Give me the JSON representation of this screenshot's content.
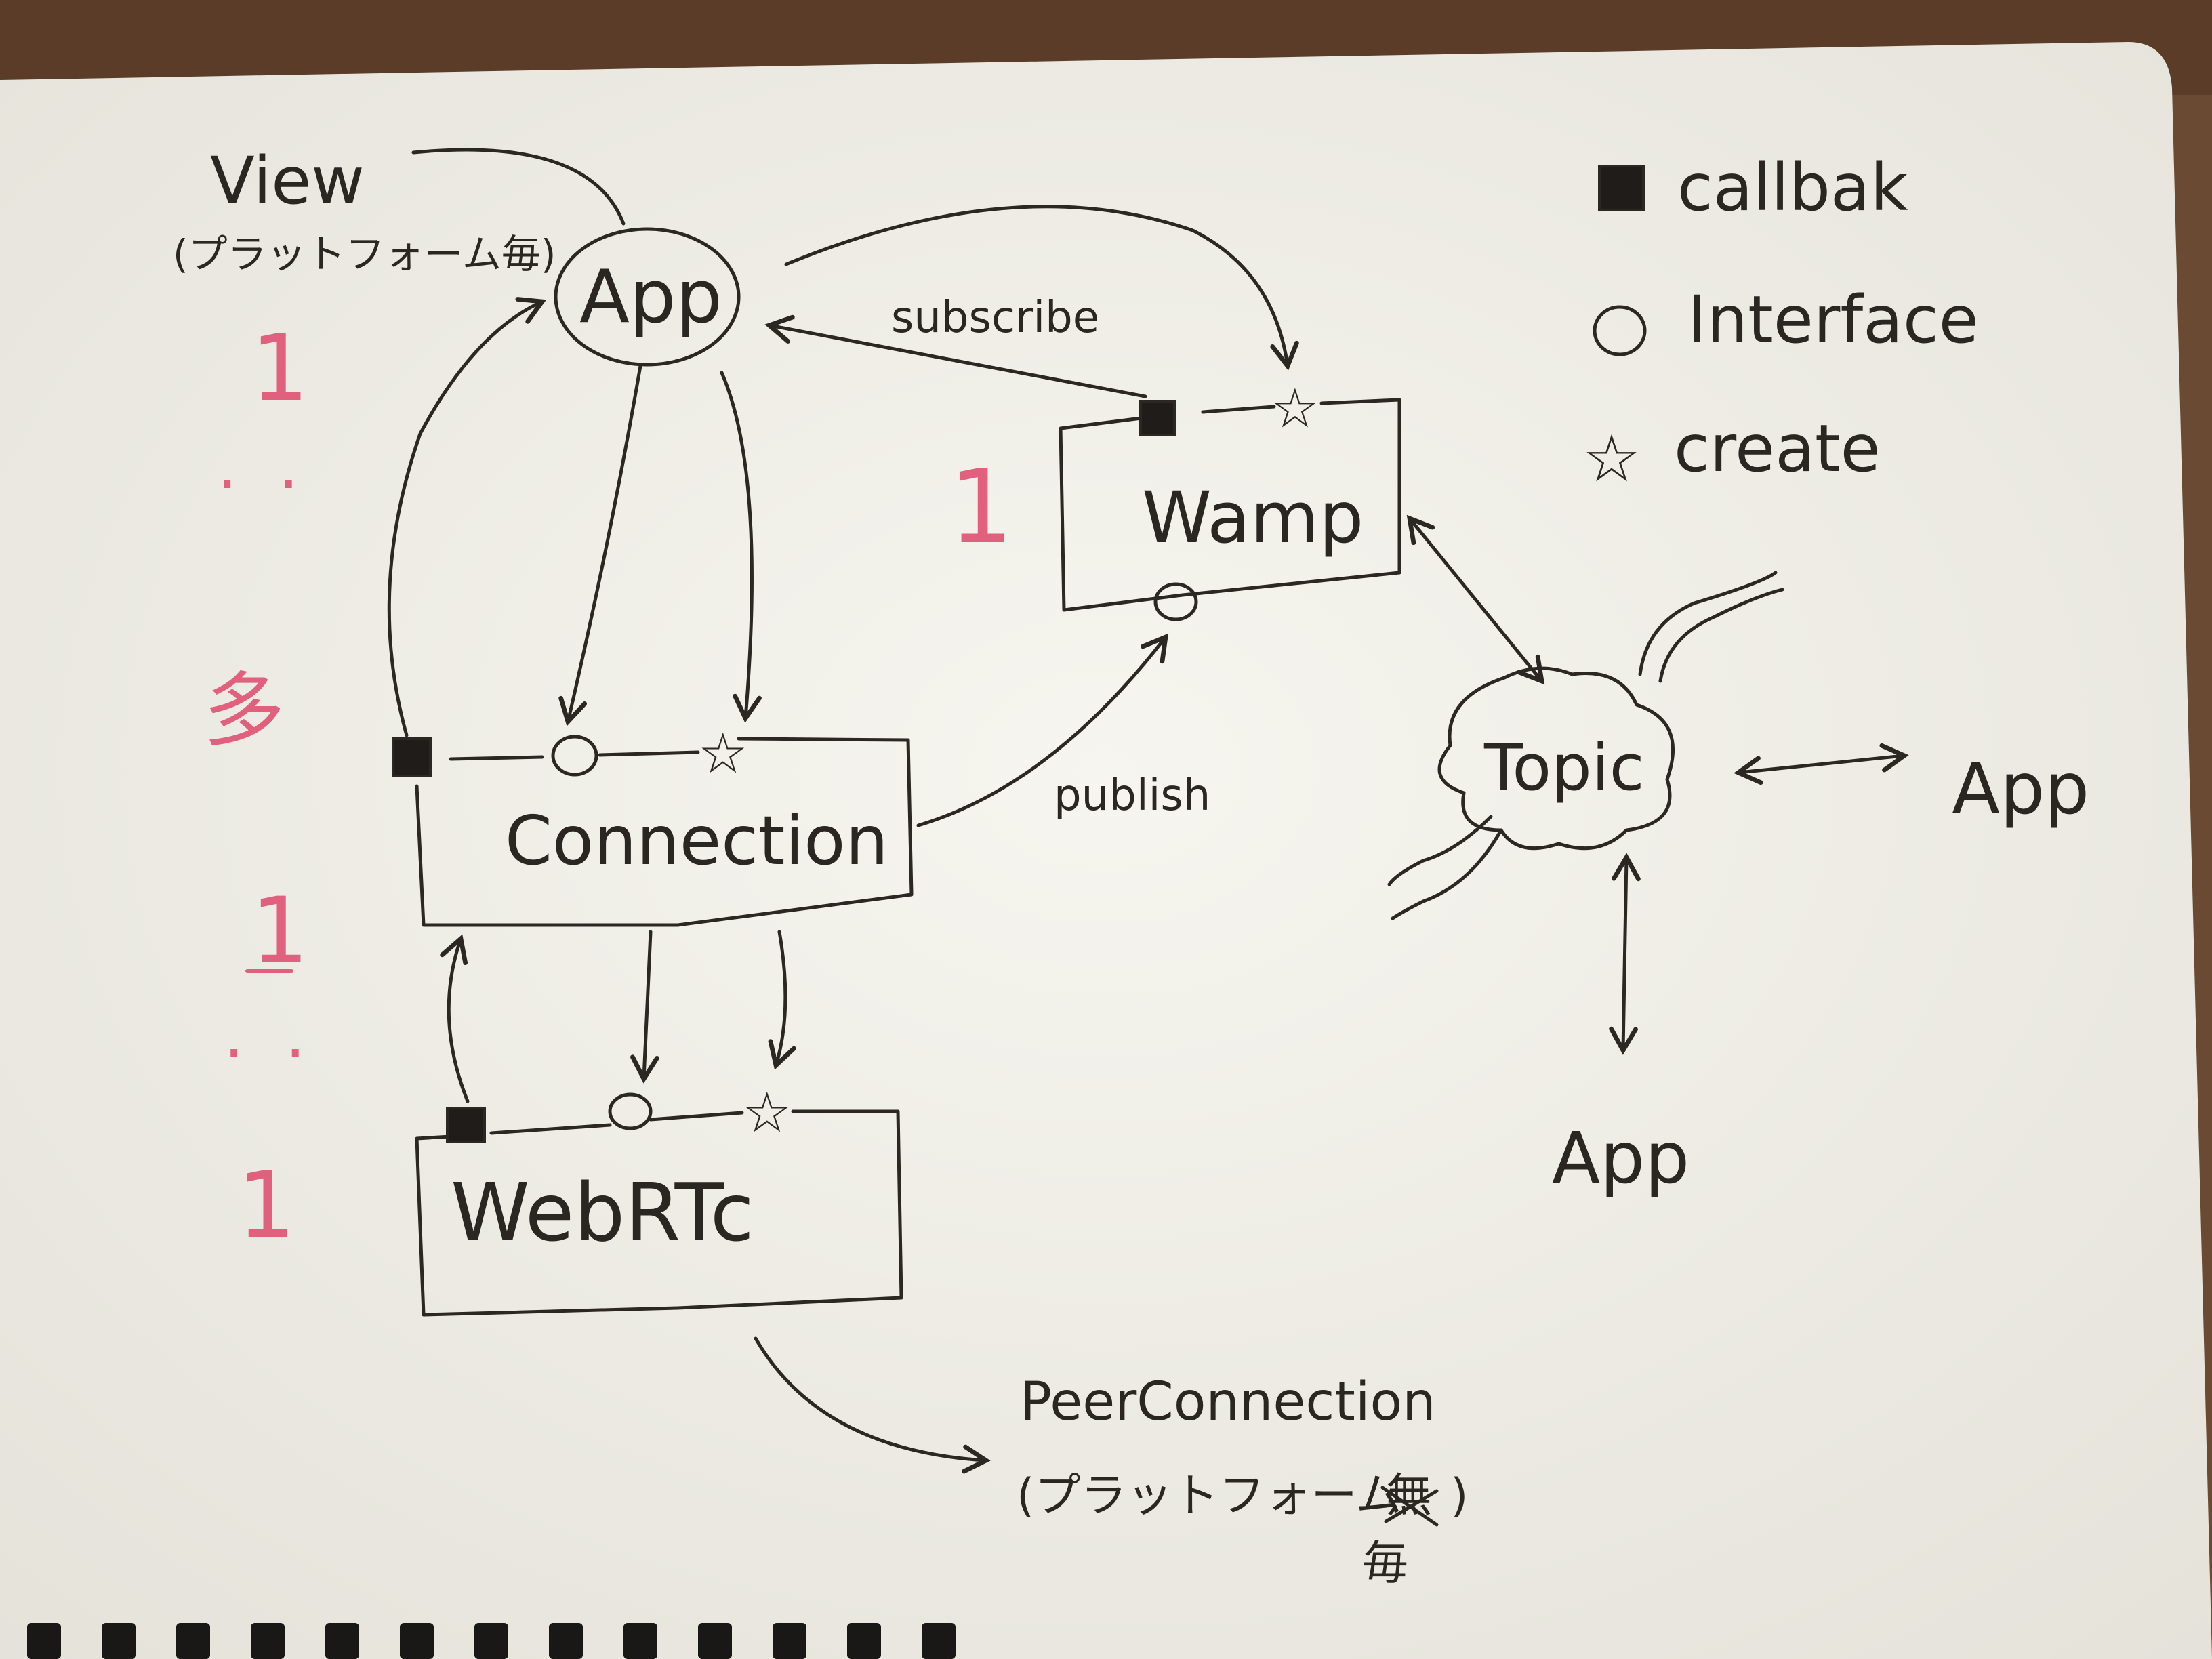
{
  "nodes": {
    "app_main": "App",
    "wamp": "Wamp",
    "connection": "Connection",
    "webrtc": "WebRTc",
    "topic": "Topic",
    "app_right": "App",
    "app_bottom": "App"
  },
  "labels": {
    "view": "View",
    "view_note": "(プラットフォーム毎)",
    "subscribe": "subscribe",
    "publish": "publish",
    "peer_connection": "PeerConnection",
    "peer_note": "(プラットフォーム",
    "peer_note_struck": "無",
    "peer_note_close": ")",
    "peer_note_fix": "毎"
  },
  "legend": [
    {
      "symbol": "callback",
      "label": "callbak"
    },
    {
      "symbol": "interface",
      "label": "Interface"
    },
    {
      "symbol": "create",
      "label": "create"
    }
  ],
  "multiplicity": {
    "app_top": "1",
    "app_dots": "..",
    "many": "多",
    "conn_one": "1",
    "webrtc_dots": "..",
    "webrtc_one": "1",
    "wamp_one": "1"
  },
  "colors": {
    "paper": "#f3f1ea",
    "ink": "#2b2723",
    "pink": "#e0607e",
    "desk": "#6b4a33"
  }
}
